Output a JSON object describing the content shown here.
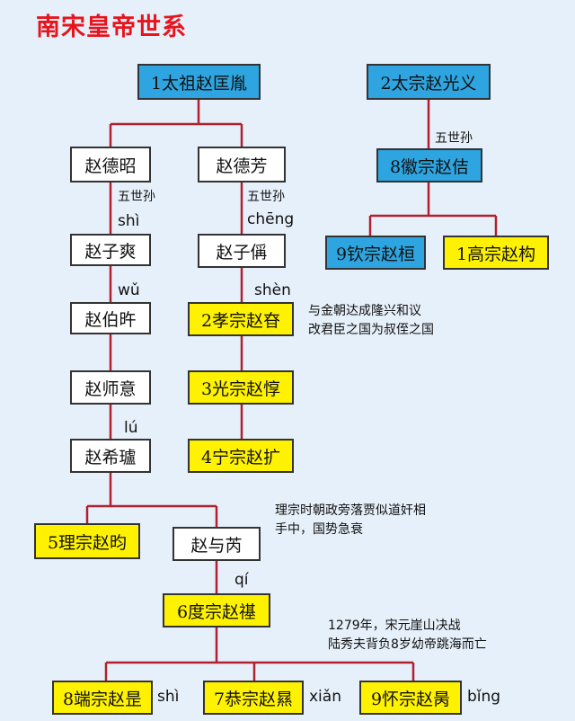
{
  "title": "南宋皇帝世系",
  "nodes": {
    "taizu": "1太祖赵匡胤",
    "taizong": "2太宗赵光义",
    "dezhao": "赵德昭",
    "defang": "赵德芳",
    "huizong": "8徽宗赵佶",
    "zishuang": "赵子爽",
    "zicheng": "赵子偁",
    "qinzong": "9钦宗赵桓",
    "gaozong": "1高宗赵构",
    "bozuo": "赵伯旿",
    "xiaozong": "2孝宗赵昚",
    "shiyi": "赵师意",
    "guangzong": "3光宗赵惇",
    "xilu": "赵希瓐",
    "ningzong": "4宁宗赵扩",
    "lizong": "5理宗赵昀",
    "yurui": "赵与芮",
    "duzong": "6度宗赵禥",
    "duanzong": "8端宗赵昰",
    "gongzong": "7恭宗赵㬎",
    "huaizong": "9怀宗赵昺"
  },
  "labels": {
    "wushisun_1": "五世孙",
    "wushisun_2": "五世孙",
    "wushisun_3": "五世孙",
    "pin_shi": "shì",
    "pin_cheng": "chēng",
    "pin_wu": "wǔ",
    "pin_shen": "shèn",
    "pin_lu": "lú",
    "pin_qi": "qí",
    "pin_shi2": "shì",
    "pin_xian": "xiǎn",
    "pin_bing": "bǐng"
  },
  "notes": {
    "xiaozong_1": "与金朝达成隆兴和议",
    "xiaozong_2": "改君臣之国为叔侄之国",
    "lizong_1": "理宗时朝政旁落贾似道奸相",
    "lizong_2": "手中，国势急衰",
    "yashan_1": "1279年，宋元崖山决战",
    "yashan_2": "陆秀夫背负8岁幼帝跳海而亡"
  },
  "colors": {
    "title": "#e8141c",
    "line": "#b0202e",
    "blue": "#2ea5e0",
    "yellow": "#fff200",
    "white": "#ffffff",
    "background": "#e6f0fa"
  }
}
